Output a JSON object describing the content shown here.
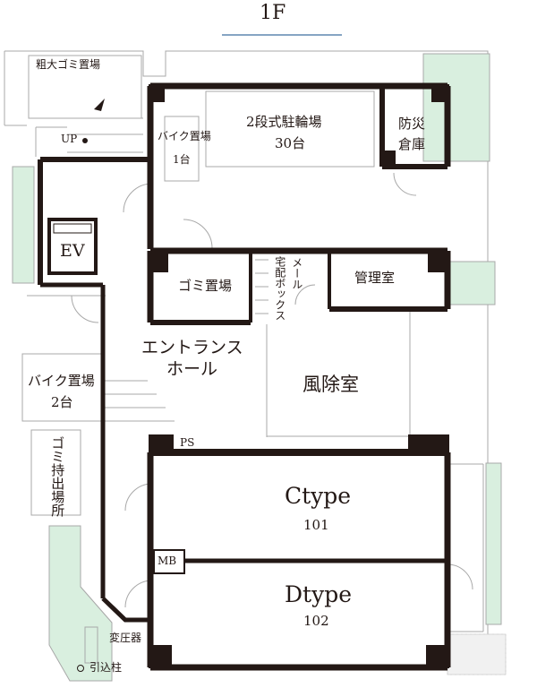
{
  "floor_label": "1F",
  "rooms": {
    "oversize_garbage": "粗大ゴミ置場",
    "bicycle_parking_title": "2段式駐輪場",
    "bicycle_parking_count": "30台",
    "disaster_storage_1": "防災",
    "disaster_storage_2": "倉庫",
    "bike_parking_small_title": "バイク置場",
    "bike_parking_small_count": "1台",
    "up_label": "UP",
    "elevator": "EV",
    "garbage_room": "ゴミ置場",
    "mail_box": "メール",
    "delivery_box": "宅配ボックス",
    "management_room": "管理室",
    "entrance_hall_1": "エントランス",
    "entrance_hall_2": "ホール",
    "windbreak_room": "風除室",
    "bike_parking_title": "バイク置場",
    "bike_parking_count": "2台",
    "garbage_collection": "ゴミ持出場所",
    "pipe_space": "PS",
    "meter_box": "MB",
    "transformer": "変圧器",
    "service_pole": "引込柱"
  },
  "units": [
    {
      "type": "Ctype",
      "number": "101"
    },
    {
      "type": "Dtype",
      "number": "102"
    }
  ],
  "colors": {
    "wall": "#231815",
    "greenery": "#d9efdf",
    "accent_line": "#3f6f9f",
    "thin_line": "#a8a8a8"
  }
}
